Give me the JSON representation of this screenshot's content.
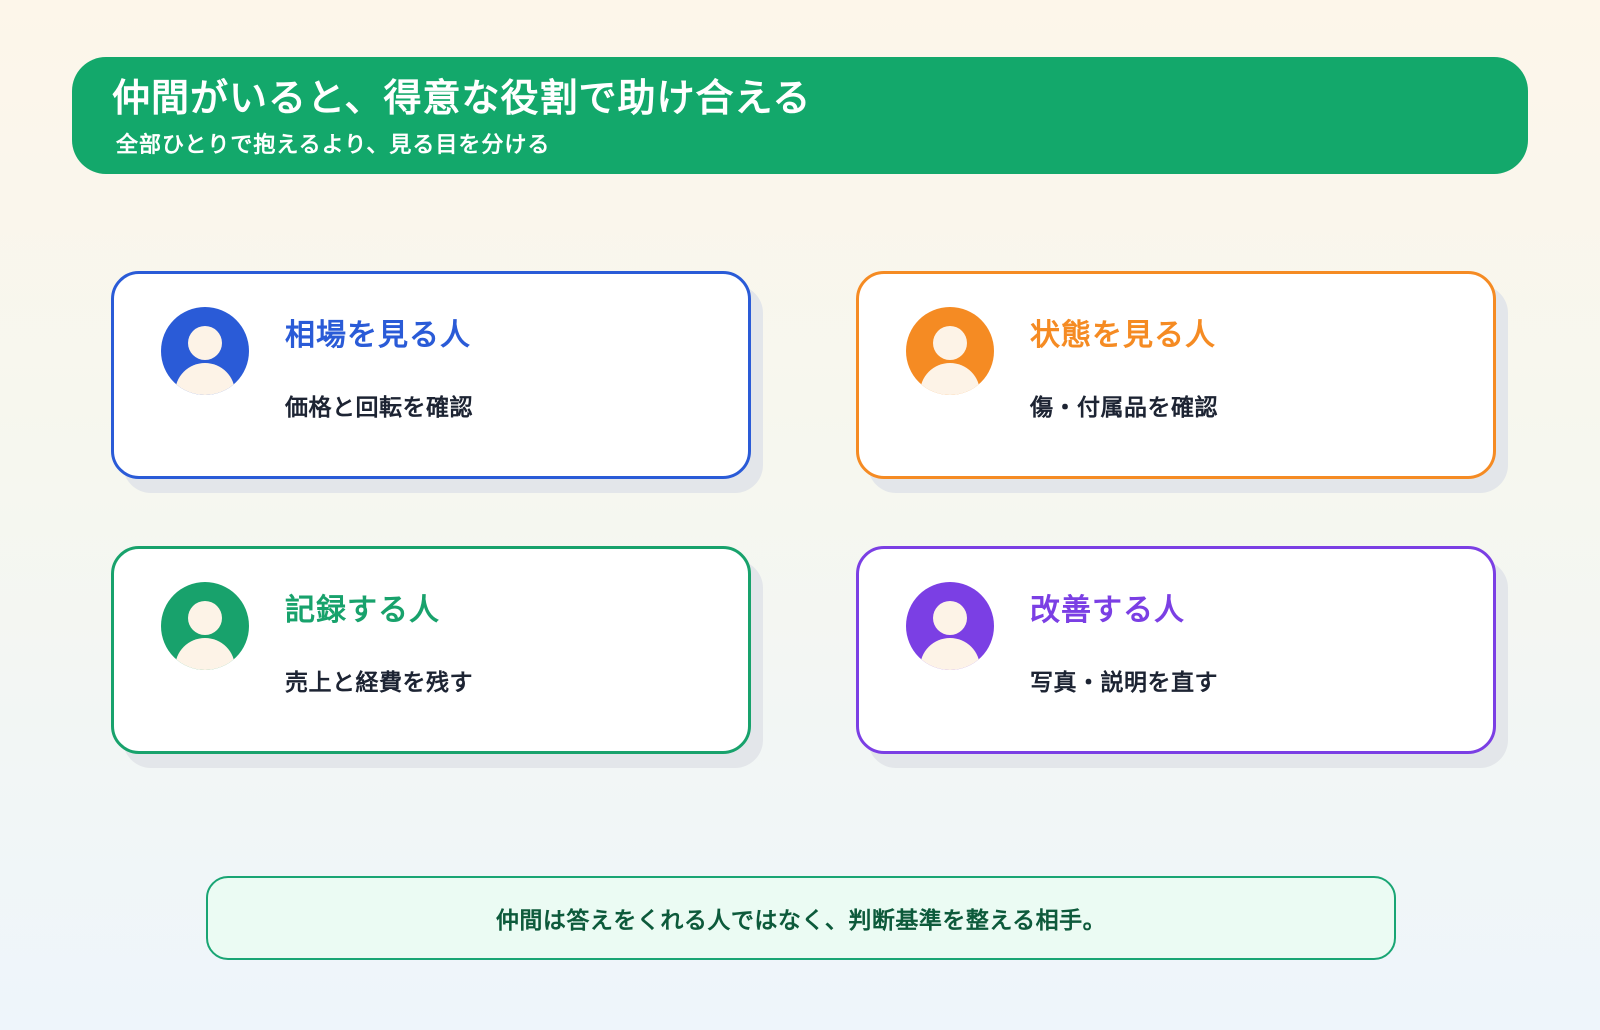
{
  "header": {
    "title": "仲間がいると、得意な役割で助け合える",
    "subtitle": "全部ひとりで抱えるより、見る目を分ける"
  },
  "cards": [
    {
      "title": "相場を見る人",
      "description": "価格と回転を確認",
      "color": "#2a5bd7",
      "icon": "person-icon"
    },
    {
      "title": "状態を見る人",
      "description": "傷・付属品を確認",
      "color": "#f58b23",
      "icon": "person-icon"
    },
    {
      "title": "記録する人",
      "description": "売上と経費を残す",
      "color": "#18a26c",
      "icon": "person-icon"
    },
    {
      "title": "改善する人",
      "description": "写真・説明を直す",
      "color": "#7b3fe4",
      "icon": "person-icon"
    }
  ],
  "footer": {
    "text": "仲間は答えをくれる人ではなく、判断基準を整える相手。"
  }
}
